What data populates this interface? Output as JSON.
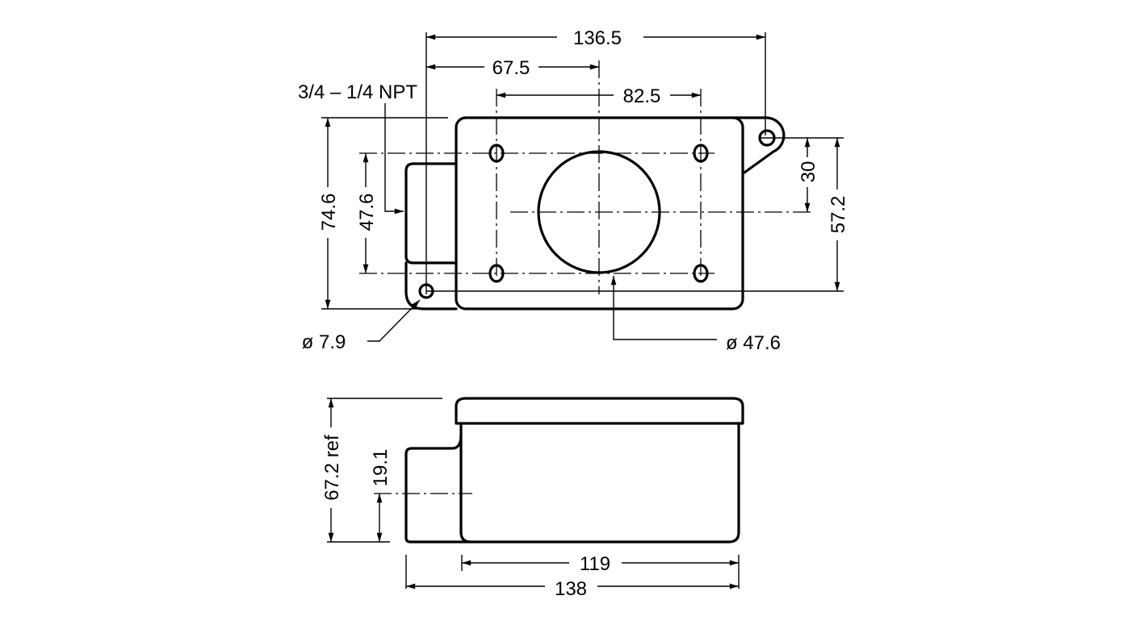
{
  "drawing": {
    "top_view": {
      "overall_length": "136.5",
      "hub_center_offset": "67.5",
      "hole_spacing_x": "82.5",
      "hub_thread": "3/4 – 1/4 NPT",
      "overall_width": "74.6",
      "hole_spacing_y": "47.6",
      "ear_offset": "30",
      "ear_spacing": "57.2",
      "ear_hole_diameter": "ø 7.9",
      "opening_diameter": "ø 47.6"
    },
    "side_view": {
      "height": "67.2 ref",
      "hub_center_height": "19.1",
      "body_length": "119",
      "total_length": "138"
    }
  }
}
